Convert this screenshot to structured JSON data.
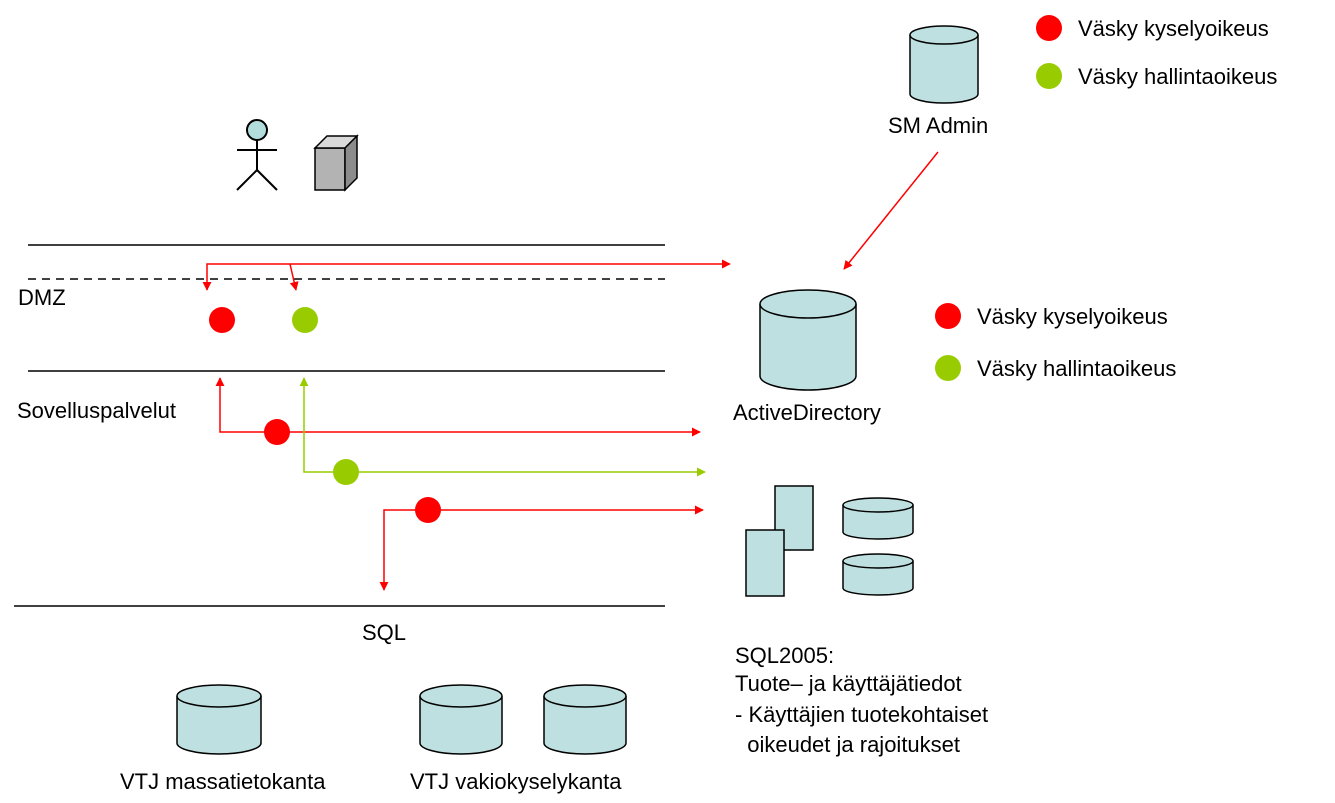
{
  "colors": {
    "red": "#ff0000",
    "green": "#99cc00",
    "db_fill": "#bfe0e0",
    "stroke": "#000000",
    "device_fill": "#b3b3b3",
    "person_head": "#b3dcdc"
  },
  "icons": {
    "actor": "person-icon",
    "workstation": "workstation-icon",
    "database": "database-icon",
    "server": "server-icon"
  },
  "legend_top": {
    "red_label": "Väsky kyselyoikeus",
    "green_label": "Väsky hallintaoikeus"
  },
  "legend_mid": {
    "red_label": "Väsky kyselyoikeus",
    "green_label": "Väsky hallintaoikeus"
  },
  "zones": {
    "dmz": "DMZ",
    "apps": "Sovelluspalvelut",
    "sql": "SQL"
  },
  "nodes": {
    "sm_admin": "SM Admin",
    "active_directory": "ActiveDirectory",
    "sql2005": [
      "SQL2005:",
      "Tuote– ja käyttäjätiedot",
      "- Käyttäjien tuotekohtaiset",
      "  oikeudet ja rajoitukset"
    ],
    "vtj_mass": "VTJ massatietokanta",
    "vtj_std": "VTJ vakiokyselykanta"
  }
}
